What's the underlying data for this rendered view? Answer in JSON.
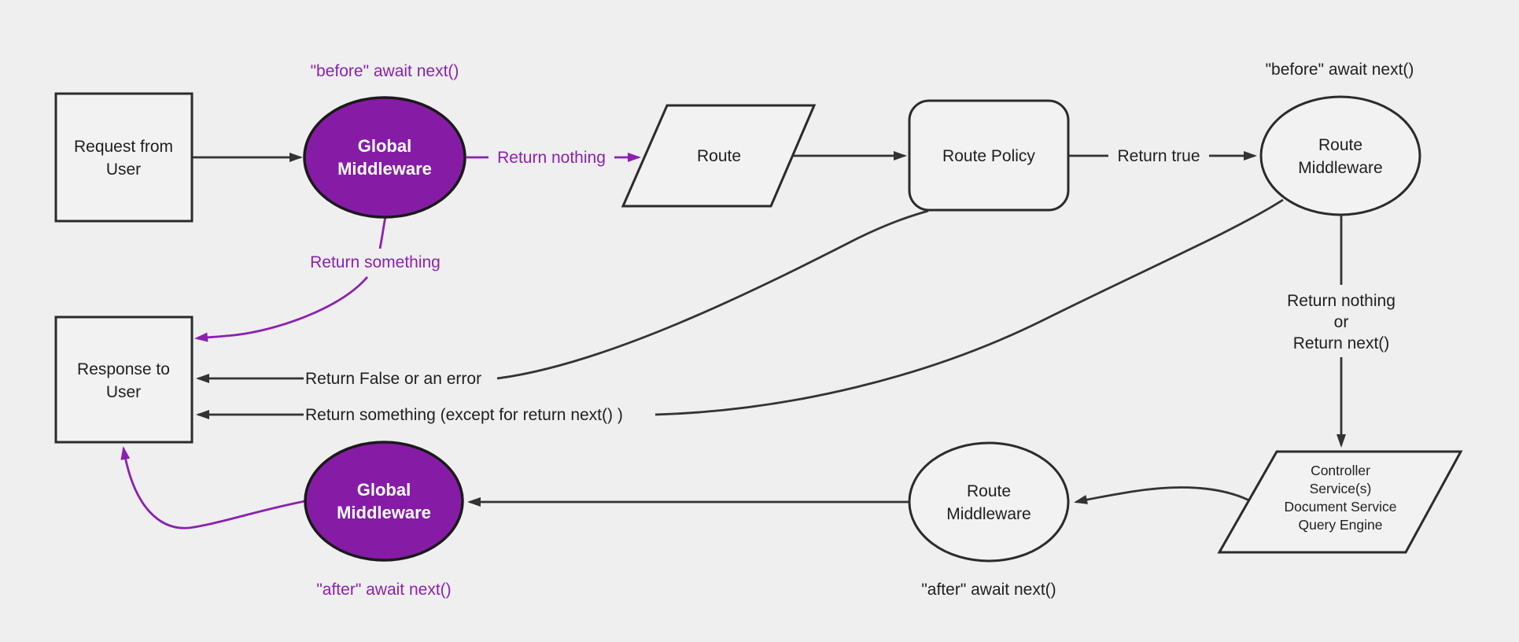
{
  "colors": {
    "background": "#efefef",
    "node_fill": "#f2f2f2",
    "node_stroke": "#2b2b2b",
    "edge_black": "#333333",
    "purple_fill": "#861ca6",
    "purple_accent": "#8c21ae",
    "text_dark": "#1f1f1f",
    "text_on_purple": "#ffffff"
  },
  "nodes": {
    "request_from_user": {
      "shape": "rectangle",
      "lines": [
        "Request from",
        "User"
      ]
    },
    "global_middleware_top": {
      "shape": "ellipse",
      "lines": [
        "Global",
        "Middleware"
      ]
    },
    "route": {
      "shape": "parallelogram",
      "label": "Route"
    },
    "route_policy": {
      "shape": "rounded-rectangle",
      "label": "Route Policy"
    },
    "route_middleware_top": {
      "shape": "ellipse",
      "lines": [
        "Route",
        "Middleware"
      ]
    },
    "controllers": {
      "shape": "parallelogram",
      "lines": [
        "Controller",
        "Service(s)",
        "Document Service",
        "Query Engine"
      ]
    },
    "route_middleware_bottom": {
      "shape": "ellipse",
      "lines": [
        "Route",
        "Middleware"
      ]
    },
    "global_middleware_bottom": {
      "shape": "ellipse",
      "lines": [
        "Global",
        "Middleware"
      ]
    },
    "response_to_user": {
      "shape": "rectangle",
      "lines": [
        "Response to",
        "User"
      ]
    }
  },
  "edge_labels": {
    "before_await_next_global": "\"before\" await next()",
    "before_await_next_route": "\"before\" await next()",
    "return_nothing": "Return nothing",
    "return_true": "Return true",
    "return_nothing_or_next": [
      "Return nothing",
      "or",
      "Return next()"
    ],
    "return_something": "Return something",
    "return_false_or_error": "Return False or an error",
    "return_something_except": "Return something (except for return next() )",
    "after_await_next_route": "\"after\" await next()",
    "after_await_next_global": "\"after\" await next()"
  }
}
